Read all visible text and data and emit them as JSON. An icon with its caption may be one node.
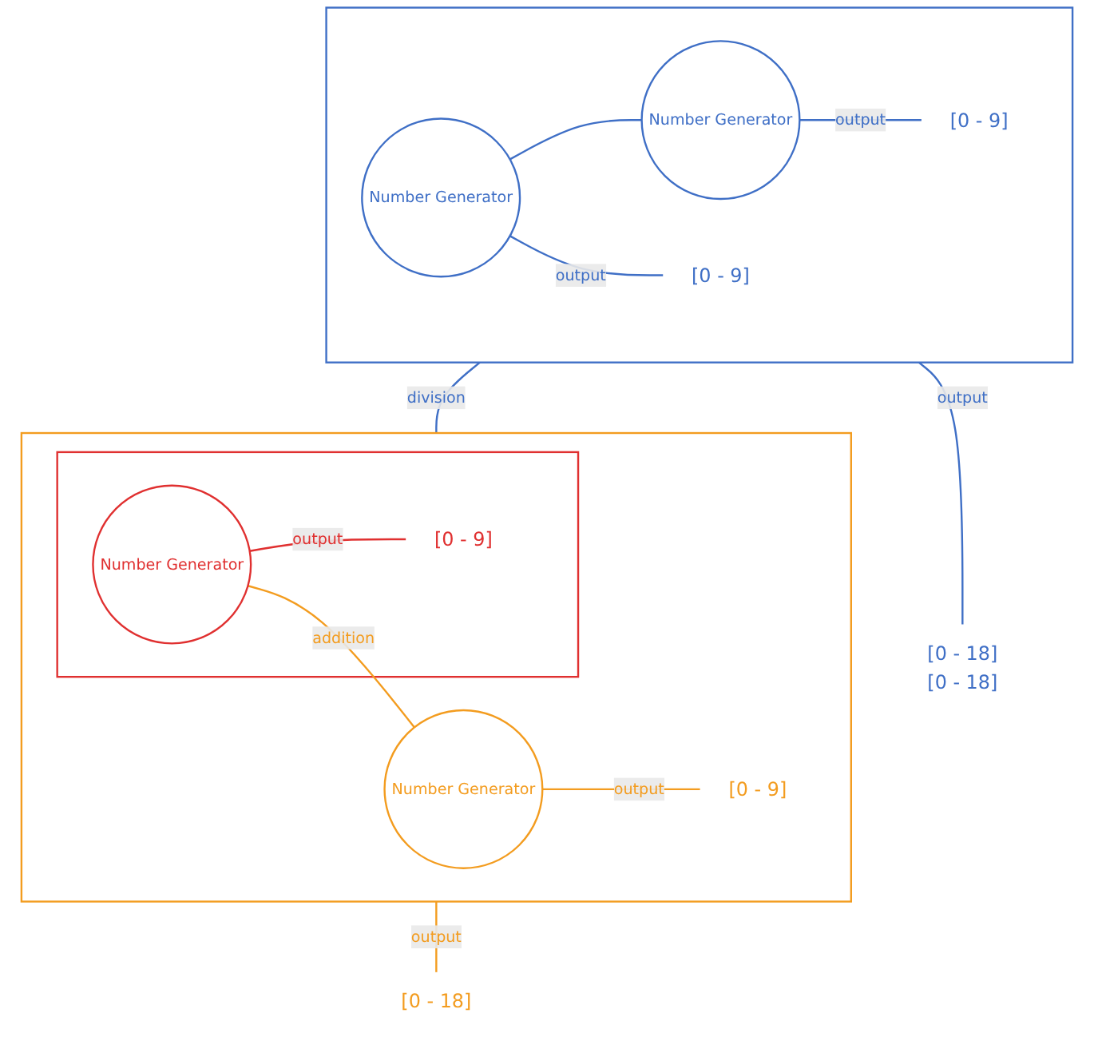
{
  "diagram": {
    "nodes": [
      {
        "text": [],
        "shape": "box"
      },
      {
        "text": [
          "Number Generator"
        ],
        "in": 0
      },
      {
        "text": [
          "Number Generator"
        ],
        "in": 0
      },
      {
        "text": [
          "[0 - 9]"
        ],
        "in": 0
      },
      {
        "text": [
          "[0 - 9]"
        ],
        "in": 0
      },
      {
        "text": [
          "[0 - 18]",
          "[0 - 18]"
        ]
      },
      {
        "text": [],
        "shape": "box"
      },
      {
        "text": [],
        "shape": "box",
        "in": 6
      },
      {
        "text": [
          "Number Generator"
        ],
        "in": 7
      },
      {
        "text": [
          "[0 - 9]"
        ],
        "in": 7
      },
      {
        "text": [
          "Number Generator"
        ],
        "in": 6
      },
      {
        "text": [
          "[0 - 9]"
        ],
        "in": 6
      },
      {
        "text": [
          "[0 - 18]"
        ]
      }
    ],
    "edges": [
      {
        "from": 1,
        "to": 2,
        "arrow": "none"
      },
      {
        "from": 1,
        "to": 3,
        "arrow": "none",
        "label": "output"
      },
      {
        "from": 2,
        "to": 4,
        "arrow": "none",
        "label": "output"
      },
      {
        "from": 0,
        "to": 6,
        "arrow": "none",
        "label": "division"
      },
      {
        "from": 0,
        "to": 5,
        "arrow": "none",
        "label": "output"
      },
      {
        "from": 8,
        "to": 9,
        "arrow": "none",
        "label": "output",
        "color": "#e03030"
      },
      {
        "from": 8,
        "to": 10,
        "arrow": "none",
        "label": "addition",
        "color": "#f39c1f"
      },
      {
        "from": 10,
        "to": 11,
        "arrow": "none",
        "label": "output",
        "color": "#f39c1f"
      },
      {
        "from": 6,
        "to": 12,
        "arrow": "none",
        "label": "output",
        "color": "#f39c1f"
      }
    ]
  }
}
